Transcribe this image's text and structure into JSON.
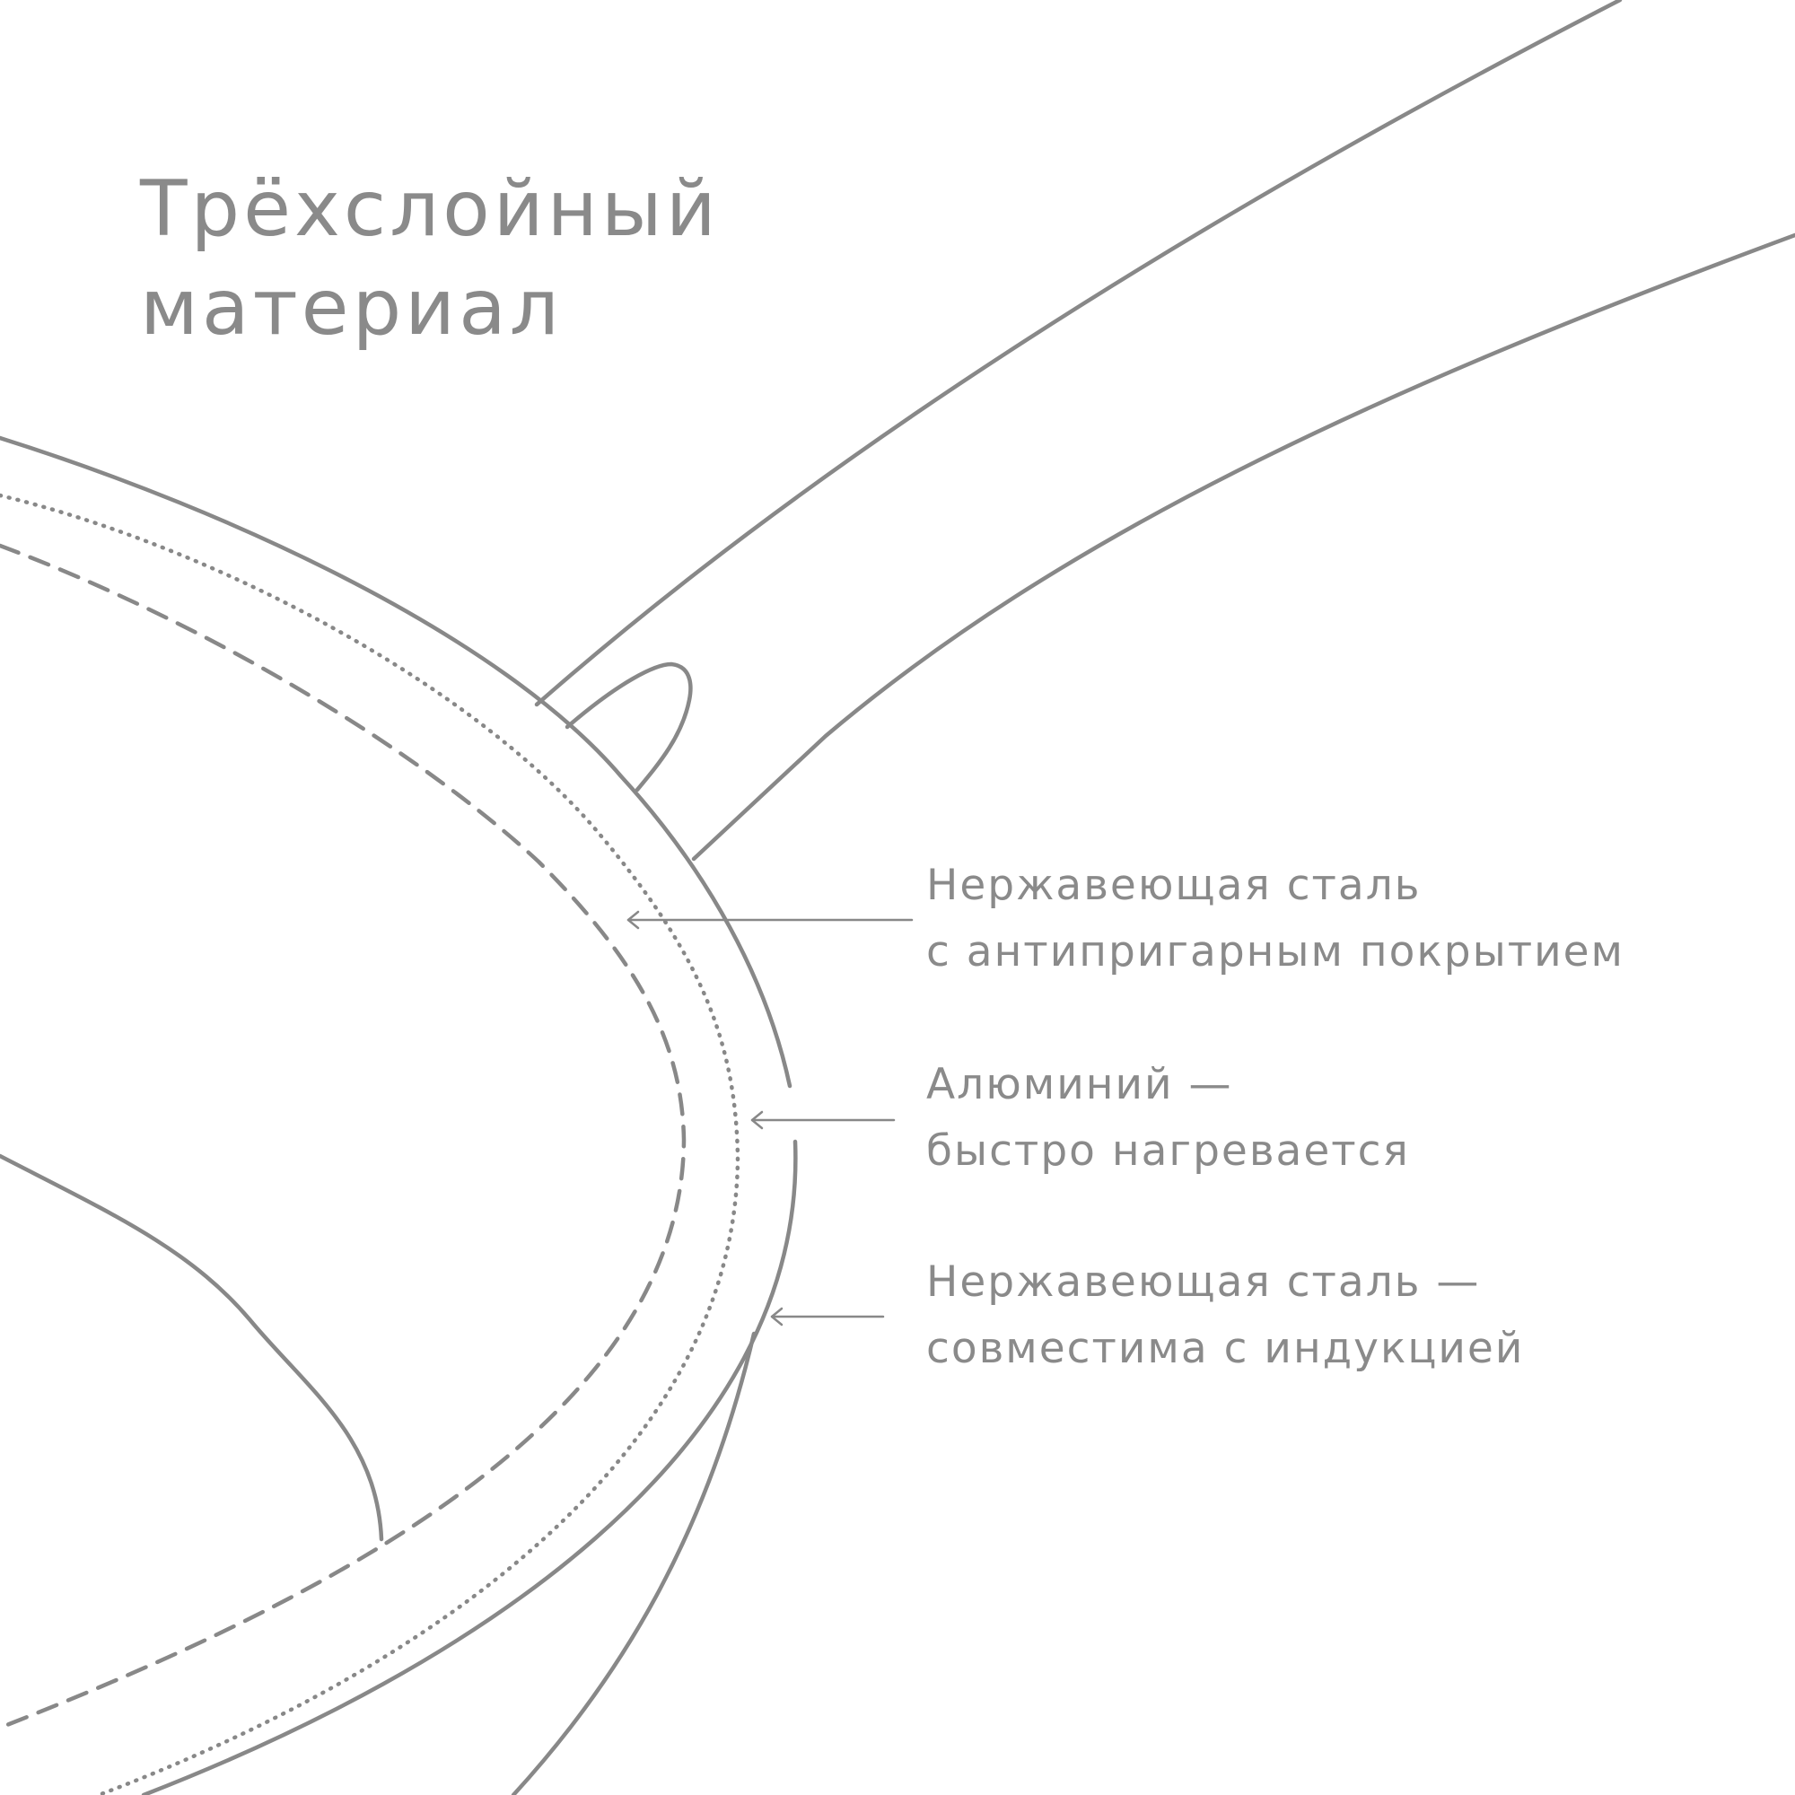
{
  "colors": {
    "stroke": "#888888",
    "text": "#8a8a8a",
    "background": "#ffffff"
  },
  "title": {
    "line1": "Трёхслойный",
    "line2": "материал"
  },
  "layers": [
    {
      "line1": "Нержавеющая сталь",
      "line2": "с антипригарным покрытием",
      "line_style": "dashed"
    },
    {
      "line1": "Алюминий —",
      "line2": "быстро нагревается",
      "line_style": "dotted"
    },
    {
      "line1": "Нержавеющая сталь —",
      "line2": "совместима с индукцией",
      "line_style": "solid"
    }
  ]
}
